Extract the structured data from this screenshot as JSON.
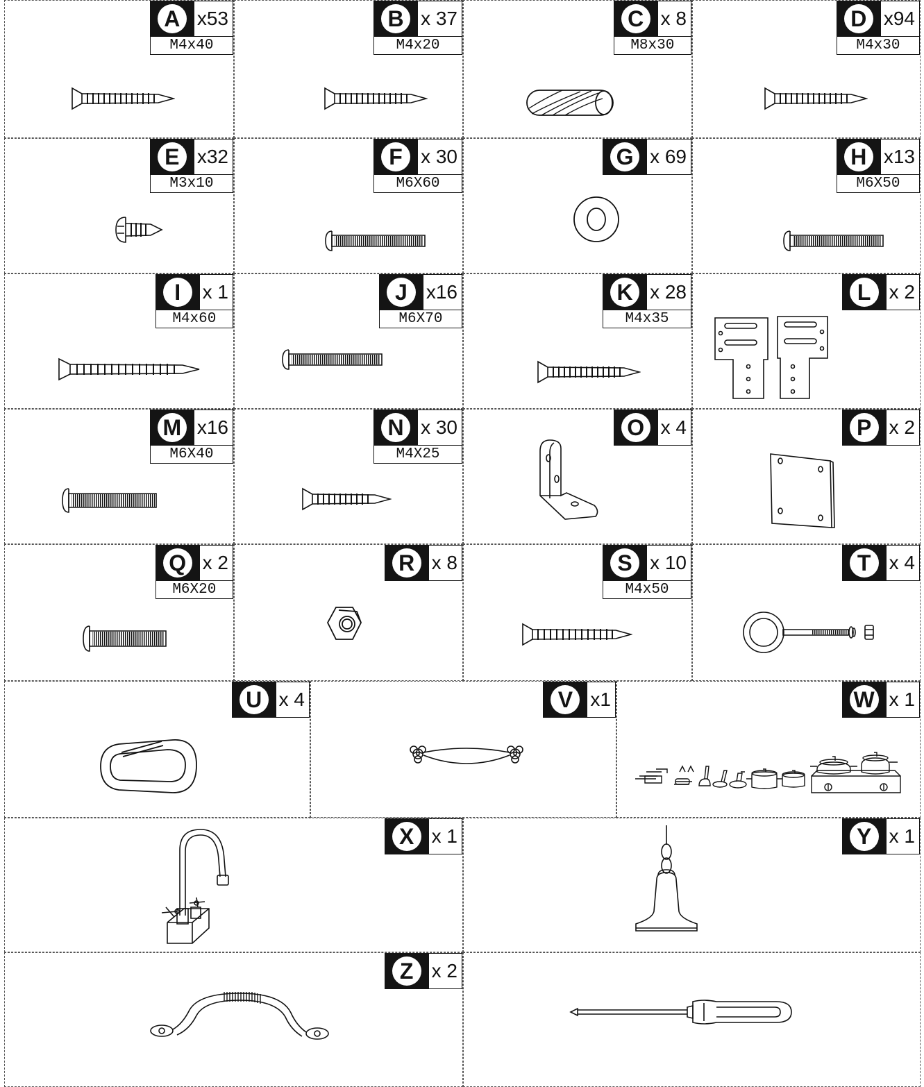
{
  "parts": [
    {
      "letter": "A",
      "qty": "x53",
      "size": "M4x40",
      "icon": "wood-screw-icon"
    },
    {
      "letter": "B",
      "qty": "x 37",
      "size": "M4x20",
      "icon": "wood-screw-icon"
    },
    {
      "letter": "C",
      "qty": "x 8",
      "size": "M8x30",
      "icon": "dowel-pin-icon"
    },
    {
      "letter": "D",
      "qty": "x94",
      "size": "M4x30",
      "icon": "wood-screw-icon"
    },
    {
      "letter": "E",
      "qty": "x32",
      "size": "M3x10",
      "icon": "short-screw-icon"
    },
    {
      "letter": "F",
      "qty": "x 30",
      "size": "M6X60",
      "icon": "bolt-icon"
    },
    {
      "letter": "G",
      "qty": "x 69",
      "size": "",
      "icon": "washer-icon"
    },
    {
      "letter": "H",
      "qty": "x13",
      "size": "M6X50",
      "icon": "bolt-icon"
    },
    {
      "letter": "I",
      "qty": "x 1",
      "size": "M4x60",
      "icon": "wood-screw-icon"
    },
    {
      "letter": "J",
      "qty": "x16",
      "size": "M6X70",
      "icon": "bolt-icon"
    },
    {
      "letter": "K",
      "qty": "x 28",
      "size": "M4x35",
      "icon": "wood-screw-icon"
    },
    {
      "letter": "L",
      "qty": "x 2",
      "size": "",
      "icon": "t-bracket-icon"
    },
    {
      "letter": "M",
      "qty": "x16",
      "size": "M6X40",
      "icon": "bolt-icon"
    },
    {
      "letter": "N",
      "qty": "x 30",
      "size": "M4X25",
      "icon": "wood-screw-icon"
    },
    {
      "letter": "O",
      "qty": "x 4",
      "size": "",
      "icon": "angle-bracket-icon"
    },
    {
      "letter": "P",
      "qty": "x 2",
      "size": "",
      "icon": "mounting-plate-icon"
    },
    {
      "letter": "Q",
      "qty": "x 2",
      "size": "M6X20",
      "icon": "bolt-icon"
    },
    {
      "letter": "R",
      "qty": "x 8",
      "size": "",
      "icon": "hex-nut-icon"
    },
    {
      "letter": "S",
      "qty": "x 10",
      "size": "M4x50",
      "icon": "wood-screw-icon"
    },
    {
      "letter": "T",
      "qty": "x 4",
      "size": "",
      "icon": "eye-bolt-icon"
    },
    {
      "letter": "U",
      "qty": "x 4",
      "size": "",
      "icon": "carabiner-icon"
    },
    {
      "letter": "V",
      "qty": "x1",
      "size": "",
      "icon": "rope-handle-icon"
    },
    {
      "letter": "W",
      "qty": "x 1",
      "size": "",
      "icon": "kitchen-accessories-icon"
    },
    {
      "letter": "X",
      "qty": "x 1",
      "size": "",
      "icon": "faucet-icon"
    },
    {
      "letter": "Y",
      "qty": "x 1",
      "size": "",
      "icon": "bell-icon"
    },
    {
      "letter": "Z",
      "qty": "x 2",
      "size": "",
      "icon": "grip-handle-icon"
    },
    {
      "letter": "",
      "qty": "",
      "size": "",
      "icon": "screwdriver-icon"
    }
  ]
}
